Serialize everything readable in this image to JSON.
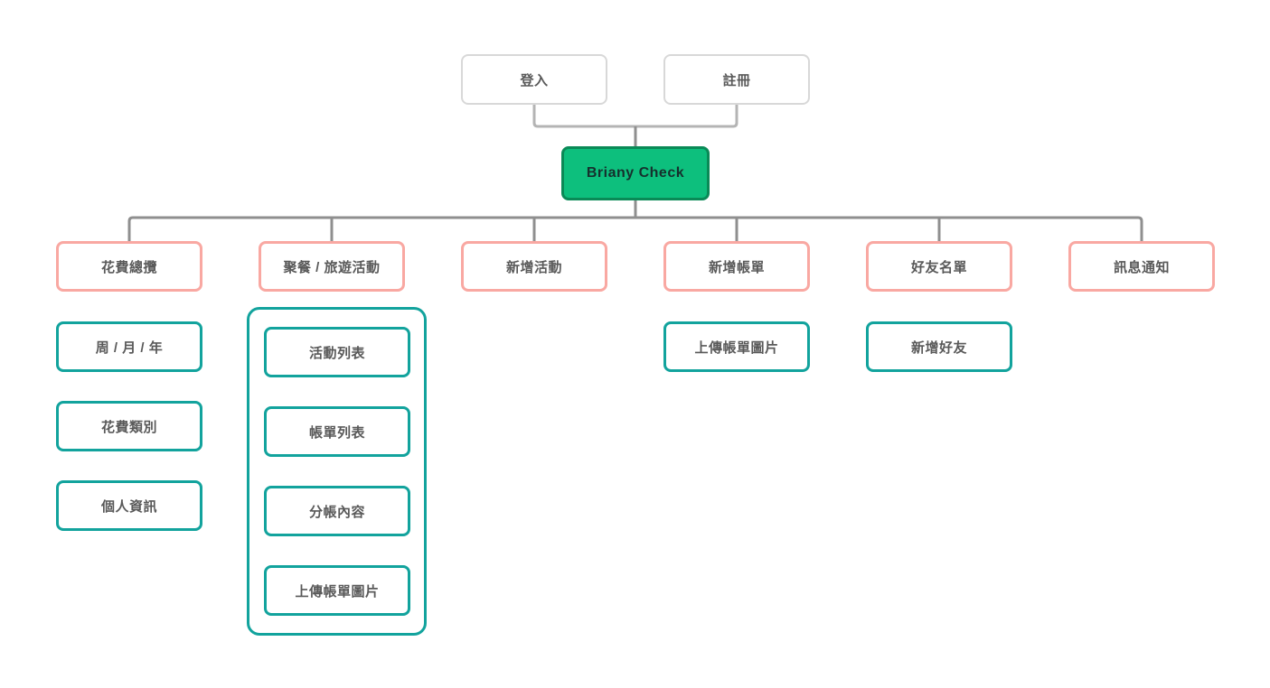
{
  "colors": {
    "brand_green": "#0dbf7d",
    "brand_green_border": "#0a8a57",
    "root_text": "#16302d",
    "pink": "#f9a8a2",
    "teal": "#12a39d",
    "gray_border": "#d8d8d8",
    "text_gray": "#595959",
    "connector": "#8f8f8f",
    "connector_light": "#b4b4b4"
  },
  "diagram": {
    "auth": {
      "login": "登入",
      "register": "註冊"
    },
    "root": "Briany Check",
    "sections": {
      "expense_overview": "花費總攬",
      "group_activity": "聚餐 / 旅遊活動",
      "add_activity": "新增活動",
      "add_bill": "新增帳單",
      "friend_list": "好友名單",
      "notifications": "訊息通知"
    },
    "expense_overview_children": {
      "week_month_year": "周 / 月 / 年",
      "expense_category": "花費類別",
      "personal_info": "個人資訊"
    },
    "group_activity_children": {
      "activity_list": "活動列表",
      "bill_list": "帳單列表",
      "split_detail": "分帳內容",
      "upload_bill_image": "上傳帳單圖片"
    },
    "add_bill_children": {
      "upload_bill_image": "上傳帳單圖片"
    },
    "friend_list_children": {
      "add_friend": "新增好友"
    }
  }
}
